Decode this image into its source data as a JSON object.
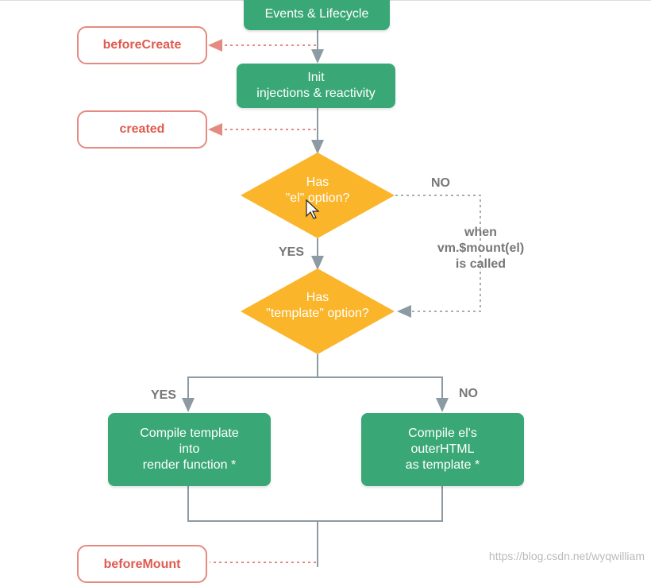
{
  "nodes": {
    "events_lifecycle": "Events & Lifecycle",
    "before_create": "beforeCreate",
    "init": "Init\ninjections & reactivity",
    "created": "created",
    "has_el": "Has\n\"el\" option?",
    "has_template": "Has\n\"template\" option?",
    "compile_template": "Compile template\ninto\nrender function *",
    "compile_el": "Compile el's\nouterHTML\nas template *",
    "before_mount": "beforeMount"
  },
  "labels": {
    "no_el": "NO",
    "yes_el": "YES",
    "when_mount": "when\nvm.$mount(el)\nis called",
    "yes_template": "YES",
    "no_template": "NO"
  },
  "watermark": "https://blog.csdn.net/wyqwilliam",
  "colors": {
    "green": "#3aa876",
    "orange": "#fbb52a",
    "hook_border": "#e58a80",
    "hook_text": "#e05a4f",
    "line": "#8c9aa3"
  }
}
